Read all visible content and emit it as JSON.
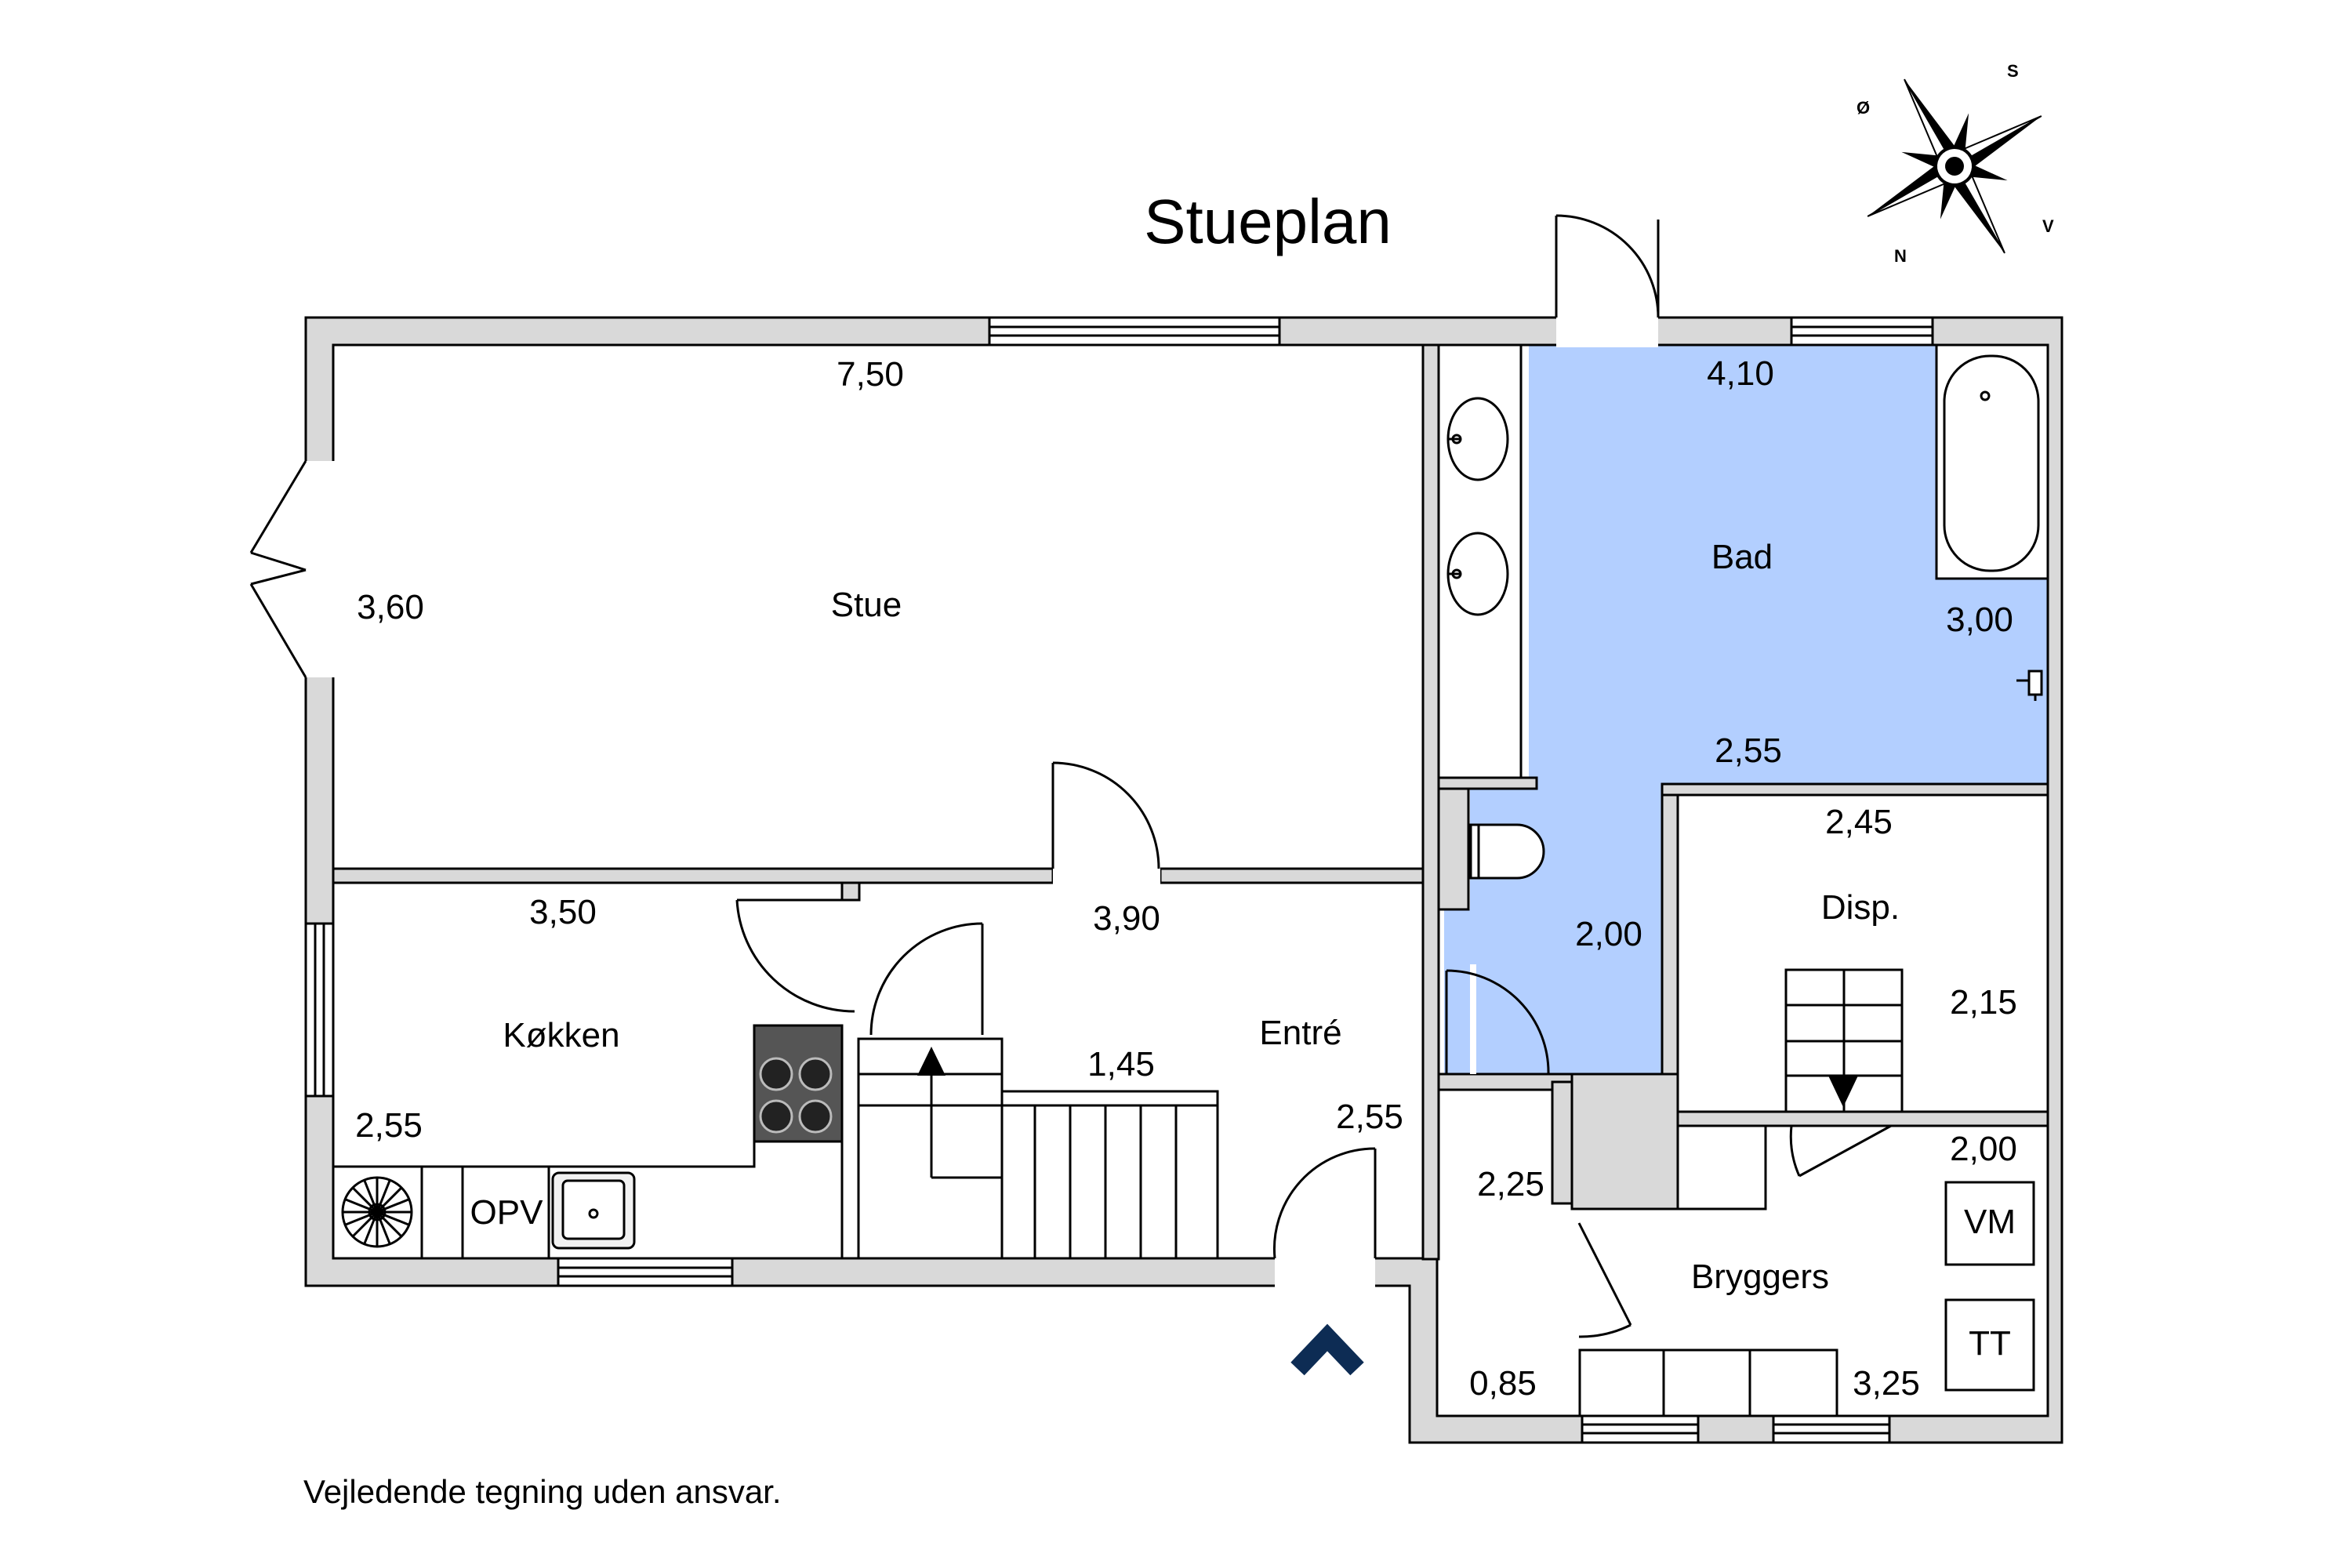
{
  "title": "Stueplan",
  "disclaimer": "Vejledende tegning uden ansvar.",
  "compass": {
    "n": "N",
    "s": "S",
    "o": "Ø",
    "v": "V"
  },
  "rooms": {
    "stue": "Stue",
    "bad": "Bad",
    "koekken": "Køkken",
    "entre": "Entré",
    "disp": "Disp.",
    "bryggers": "Bryggers"
  },
  "fixtures": {
    "opv": "OPV",
    "vm": "VM",
    "tt": "TT"
  },
  "dimensions": {
    "stue_w": "7,50",
    "stue_h": "3,60",
    "bad_w": "4,10",
    "bad_h": "3,00",
    "bad_lower": "2,55",
    "bad_passage": "2,00",
    "disp_w": "2,45",
    "disp_h": "2,15",
    "koekken_w": "3,50",
    "koekken_h": "2,55",
    "entre_w": "3,90",
    "entre_stair": "1,45",
    "entre_h": "2,55",
    "hall_h": "2,25",
    "hall_w": "0,85",
    "bryggers_h": "2,00",
    "bryggers_w": "3,25"
  },
  "colors": {
    "wall": "#d9d9d9",
    "bath_highlight": "#b3cfff",
    "entrance_arrow": "#0d2c54"
  }
}
